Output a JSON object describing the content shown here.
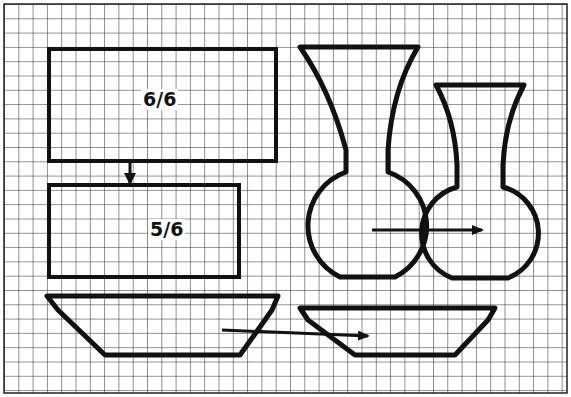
{
  "diagram": {
    "nodes": [
      {
        "text": [
          "6/6"
        ]
      },
      {
        "text": [
          "5/6"
        ]
      }
    ],
    "edges": [
      {
        "from": 0,
        "to": 1,
        "arrow": "to"
      }
    ]
  }
}
